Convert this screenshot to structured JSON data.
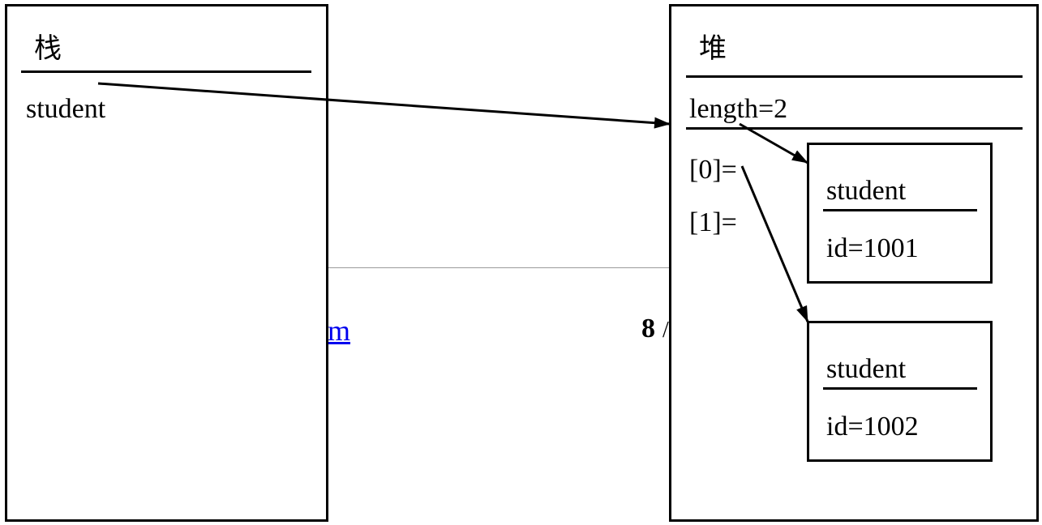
{
  "stack": {
    "title": "栈",
    "var_name": "student"
  },
  "heap": {
    "title": "堆",
    "length_label": "length=2",
    "index0_label": "[0]=",
    "index1_label": "[1]=",
    "objects": [
      {
        "class_label": "student",
        "field_label": "id=1001"
      },
      {
        "class_label": "student",
        "field_label": "id=1002"
      }
    ]
  },
  "background_page": {
    "link_fragment": "m",
    "page_number": "8",
    "slash_fragment": "/"
  },
  "colors": {
    "stroke": "#000000",
    "link": "#0000ee",
    "page_rule": "#9a9a9a"
  }
}
